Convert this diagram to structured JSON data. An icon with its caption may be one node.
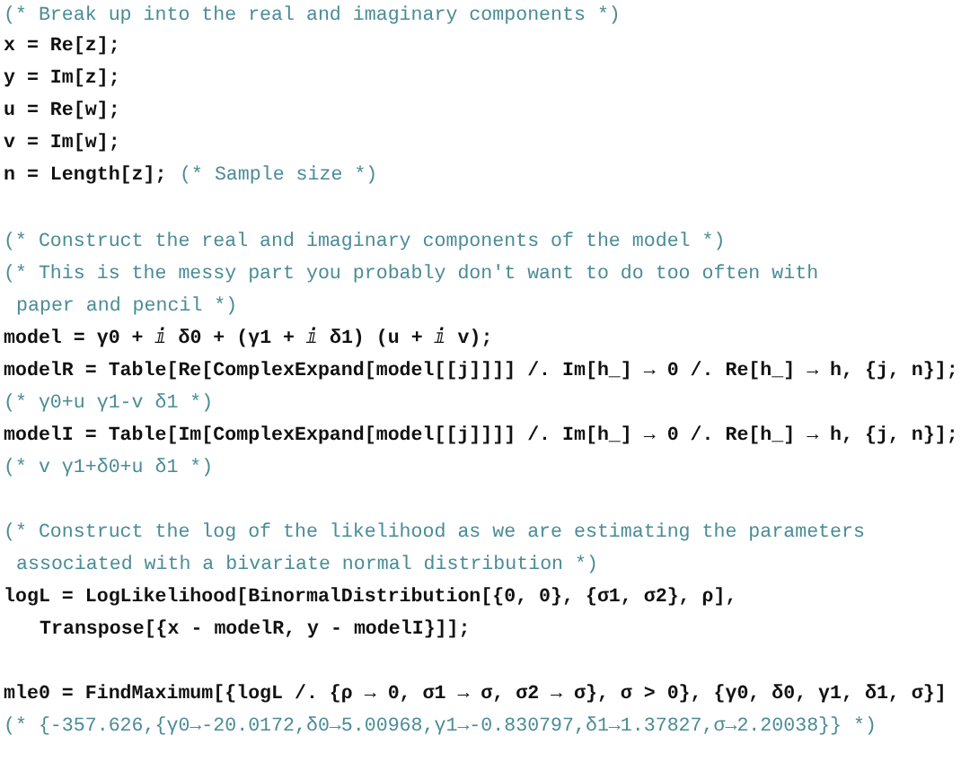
{
  "diagram": {
    "labels": [
      "(* Break up into the real and imaginary components *)",
      "x = Re[z];",
      "y = Im[z];",
      "u = Re[w];",
      "v = Im[w];",
      "n = Length[z];",
      "(* Sample size *)",
      "(* Construct the real and imaginary components of the model *)",
      "(* This is the messy part you probably don't want to do too often with paper and pencil *)",
      "model = γ0 + ⅈ δ0 + (γ1 + ⅈ δ1) (u + ⅈ v);",
      "modelR = Table[Re[ComplexExpand[model[[j]]]] /. Im[h_] → 0 /. Re[h_] → h, {j, n}];",
      "(* γ0+u γ1-v δ1 *)",
      "modelI = Table[Im[ComplexExpand[model[[j]]]] /. Im[h_] → 0 /. Re[h_] → h, {j, n}];",
      "(* v γ1+δ0+u δ1 *)",
      "(* Construct the log of the likelihood as we are estimating the parameters associated with a bivariate normal distribution *)",
      "logL = LogLikelihood[BinormalDistribution[{0, 0}, {σ1, σ2}, ρ],",
      "Transpose[{x - modelR, y - modelI}]];",
      "mle0 = FindMaximum[{logL /. {ρ → 0, σ1 → σ, σ2 → σ}, σ > 0}, {γ0, δ0, γ1, δ1, σ}]",
      "(* {-357.626,{γ0→-20.0172,δ0→5.00968,γ1→-0.830797,δ1→1.37827,σ→2.20038}} *)"
    ]
  }
}
